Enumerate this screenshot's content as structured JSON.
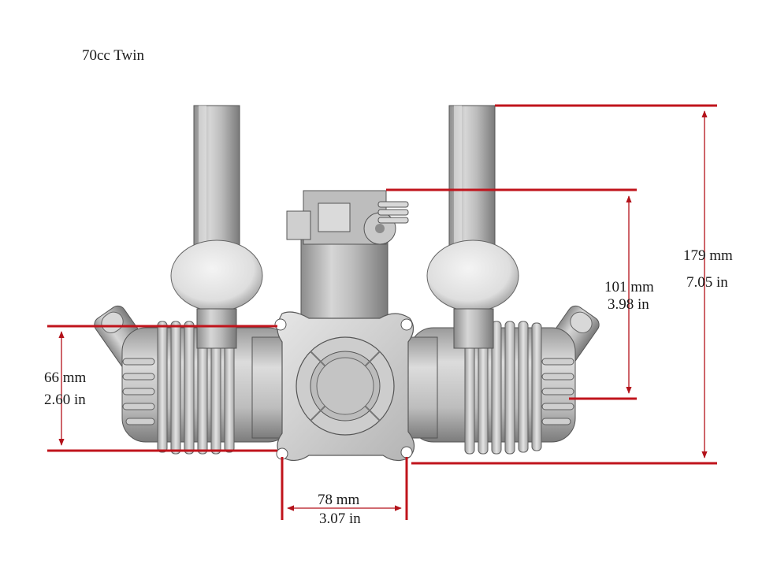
{
  "title": "70cc Twin",
  "colors": {
    "dimension_line": "#c0141c",
    "arrow_line": "#b3121a",
    "engine_light": "#e9e9e9",
    "engine_mid": "#b8b8b8",
    "engine_dark": "#6e6e6e",
    "text": "#1a1a1a",
    "background": "#ffffff"
  },
  "dimensions": {
    "overall_height": {
      "mm": "179 mm",
      "in": "7.05 in"
    },
    "carb_height": {
      "mm": "101 mm",
      "in": "3.98 in"
    },
    "crankcase_height": {
      "mm": "66 mm",
      "in": "2.60 in"
    },
    "mount_spacing": {
      "mm": "78 mm",
      "in": "3.07 in"
    }
  }
}
